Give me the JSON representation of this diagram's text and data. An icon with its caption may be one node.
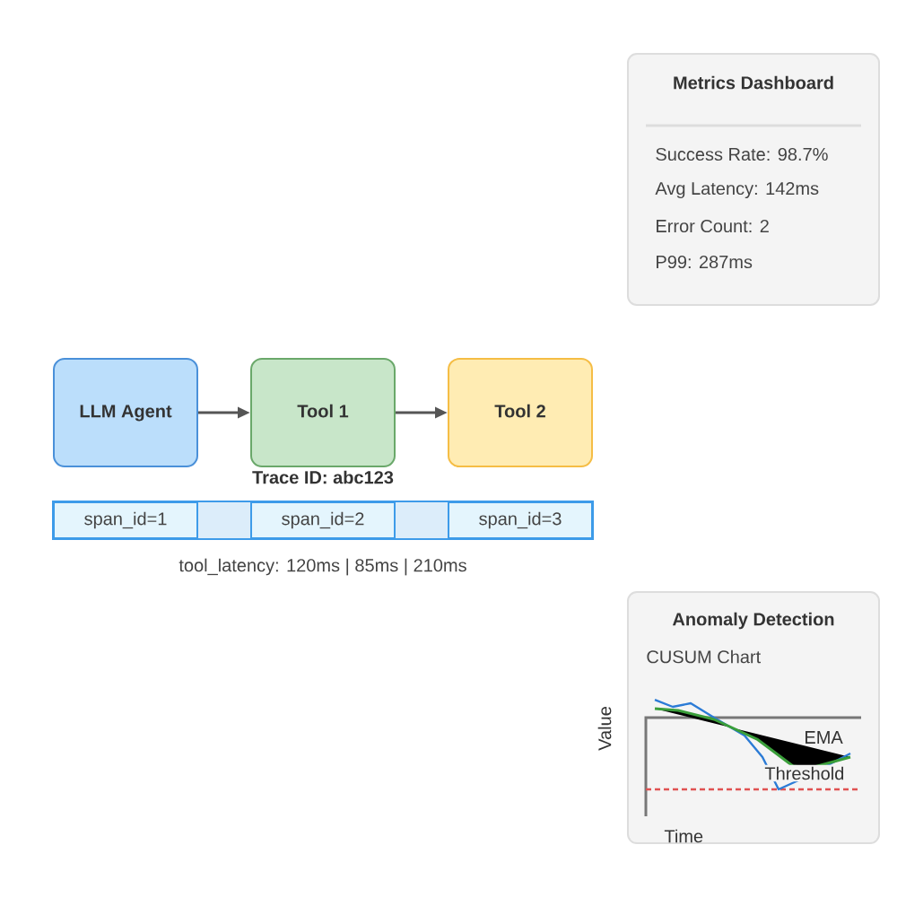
{
  "diagram": {
    "nodes": [
      {
        "text": [
          "LLM Agent"
        ]
      },
      {
        "text": [
          "Tool 1"
        ]
      },
      {
        "text": [
          "Tool 2"
        ]
      },
      {
        "text": [],
        "shape": "bar"
      },
      {
        "text": [
          "span_id=1"
        ],
        "in": 3
      },
      {
        "text": [
          "span_id=2"
        ],
        "in": 3
      },
      {
        "text": [
          "span_id=3"
        ],
        "in": 3
      },
      {
        "text": [
          "Metrics Dashboard",
          "Success Rate: 98.7%",
          "Avg Latency: 142ms",
          "Error Count: 2",
          "P99: 287ms"
        ]
      },
      {
        "text": [
          "Anomaly Detection",
          "CUSUM Chart"
        ]
      }
    ],
    "edges": [
      {
        "from": 0,
        "to": 1,
        "arrow": "to"
      },
      {
        "from": 1,
        "to": 2,
        "arrow": "to"
      }
    ],
    "labels": [
      "Trace ID: abc123",
      "tool_latency: 120ms | 85ms | 210ms",
      "Value",
      "EMA",
      "Threshold",
      "Time"
    ]
  }
}
